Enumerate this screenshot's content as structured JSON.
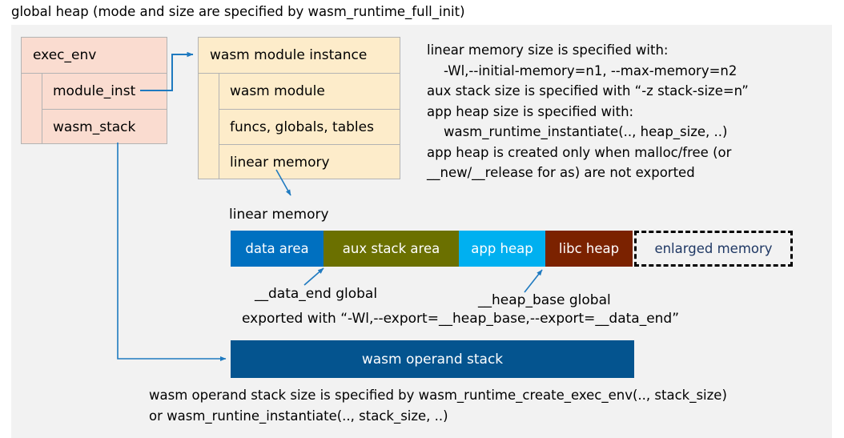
{
  "title": "global heap (mode and size are specified by wasm_runtime_full_init)",
  "colors": {
    "panel_bg": "#f2f2f2",
    "exec_env_fill": "#fadcd0",
    "module_inst_fill": "#fdecca",
    "box_border": "#b3b3b3",
    "connector": "#1f7ac0",
    "data_area": "#0070c0",
    "aux_stack_area": "#6b7000",
    "app_heap": "#00b0f0",
    "libc_heap": "#7b2200",
    "enlarged_memory_border": "#000000",
    "enlarged_memory_text": "#1f3864",
    "operand_stack_fill": "#04548f"
  },
  "exec_env": {
    "header": "exec_env",
    "rows": [
      "module_inst",
      "wasm_stack"
    ]
  },
  "wasm_module_instance": {
    "header": "wasm module instance",
    "rows": [
      "wasm module",
      "funcs, globals, tables",
      "linear memory"
    ]
  },
  "description": "linear memory size is specified with:\n    -Wl,--initial-memory=n1, --max-memory=n2\naux stack size is specified with “-z stack-size=n”\napp heap size is specified with:\n    wasm_runtime_instantiate(.., heap_size, ..)\napp heap is created only when malloc/free (or\n__new/__release for as) are not exported",
  "linear_memory": {
    "label": "linear memory",
    "segments": [
      {
        "label": "data area",
        "width": 116,
        "color": "#0070c0",
        "style": "solid"
      },
      {
        "label": "aux stack area",
        "width": 169,
        "color": "#6b7000",
        "style": "solid"
      },
      {
        "label": "app heap",
        "width": 108,
        "color": "#00b0f0",
        "style": "solid"
      },
      {
        "label": "libc heap",
        "width": 109,
        "color": "#7b2200",
        "style": "solid"
      },
      {
        "label": "enlarged memory",
        "width": 198,
        "color": "#f2f2f2",
        "style": "dashed"
      }
    ]
  },
  "annotations": {
    "data_end": "__data_end global",
    "heap_base": "__heap_base global",
    "export_note": "exported with “-Wl,--export=__heap_base,--export=__data_end”"
  },
  "operand_stack": {
    "label": "wasm operand stack",
    "note": "wasm operand stack size is specified by wasm_runtime_create_exec_env(.., stack_size)\nor wasm_runtine_instantiate(.., stack_size, ..)"
  }
}
